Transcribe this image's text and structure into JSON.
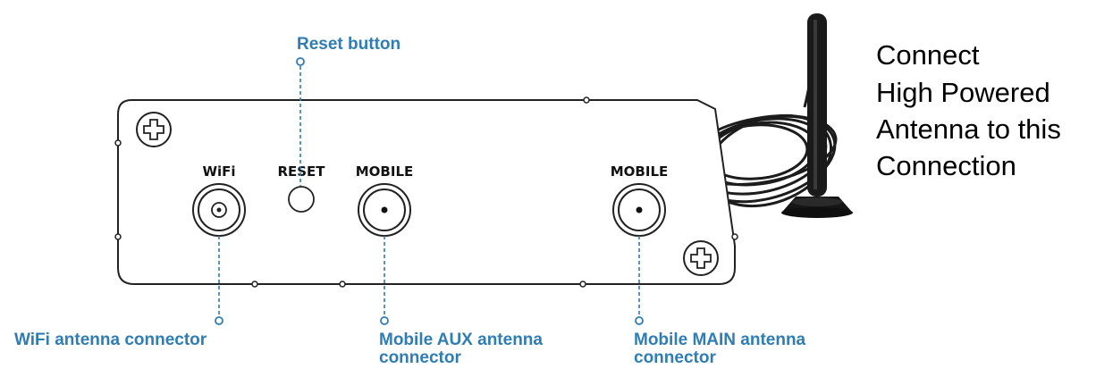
{
  "callouts": {
    "reset": "Reset button",
    "wifi": "WiFi antenna connector",
    "mobile_aux_line1": "Mobile AUX antenna",
    "mobile_aux_line2": "connector",
    "mobile_main_line1": "Mobile MAIN antenna",
    "mobile_main_line2": "connector"
  },
  "panel_labels": {
    "wifi": "WiFi",
    "reset": "RESET",
    "mobile_aux": "MOBILE",
    "mobile_main": "MOBILE"
  },
  "note": {
    "line1": "Connect",
    "line2": "High Powered",
    "line3": "Antenna to this",
    "line4": "Connection"
  },
  "colors": {
    "callout": "#2e7db4",
    "panel_stroke": "#222222",
    "antenna": "#1a1a1a"
  }
}
